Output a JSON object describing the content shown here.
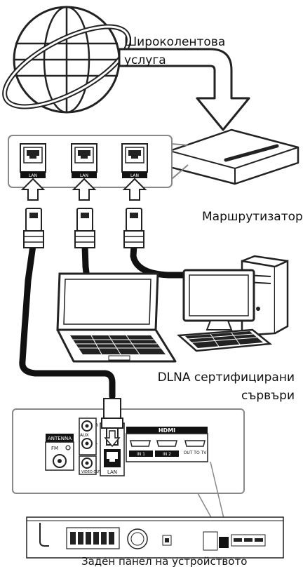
{
  "labels": {
    "broadband_line1": "Широколентова",
    "broadband_line2": "услуга",
    "router": "Маршрутизатор",
    "dlna_line1": "DLNA сертифицирани",
    "dlna_line2": "сървъри",
    "rear_panel": "Заден панел на устройството"
  },
  "router_ports": [
    "LAN",
    "LAN",
    "LAN"
  ],
  "panel": {
    "antenna_title": "ANTENNA",
    "antenna_fm": "FM",
    "aux_letters": [
      "R",
      "L"
    ],
    "aux_label": "AUX",
    "video_out": "VIDEO OUT",
    "lan_label": "LAN",
    "hdmi_logo": "HDMI",
    "hdmi_in1": "IN 1",
    "hdmi_in2": "IN 2",
    "hdmi_out": "OUT TO TV"
  },
  "colors": {
    "line": "#222222",
    "fill": "#ffffff",
    "panel_gray": "#9a9a9a",
    "dark": "#111111"
  }
}
